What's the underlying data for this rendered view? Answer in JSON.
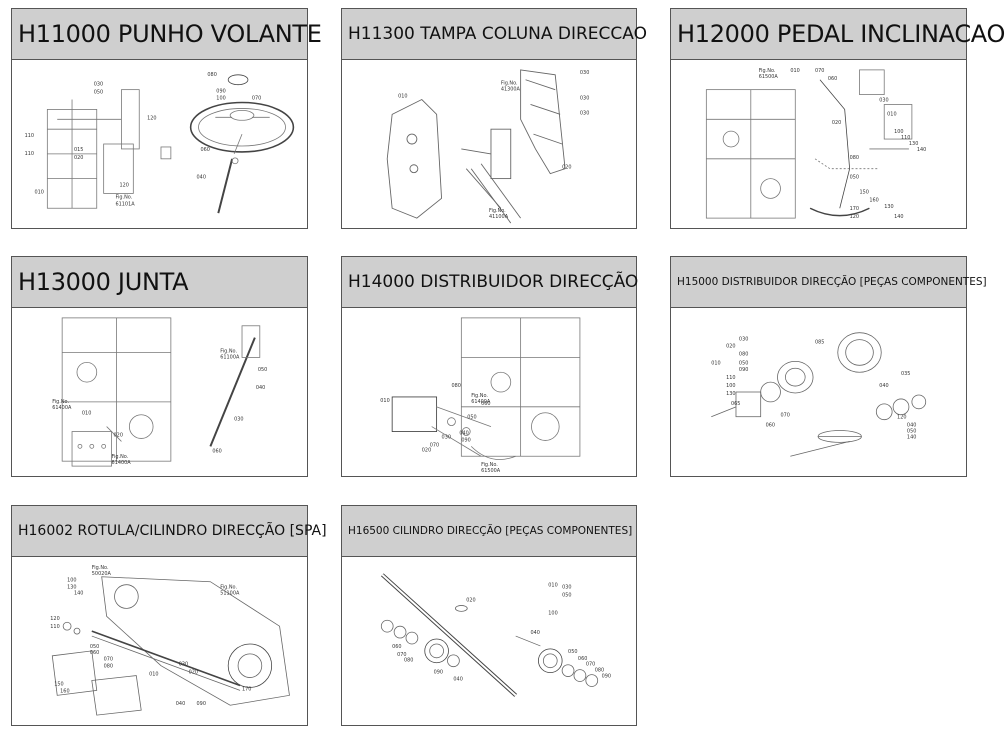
{
  "cards": [
    {
      "title": "H11000 PUNHO VOLANTE",
      "labels": [
        "080",
        "030",
        "070",
        "050",
        "120",
        "110",
        "015",
        "020",
        "040",
        "060",
        "110",
        "120",
        "100",
        "090",
        "010",
        "Fig.No.",
        "61101A"
      ]
    },
    {
      "title": "H11300 TAMPA COLUNA DIRECCAO",
      "labels": [
        "010",
        "030",
        "030",
        "030",
        "020",
        "Fig.No.",
        "41300A",
        "Fig.No.",
        "41100A"
      ]
    },
    {
      "title": "H12000 PEDAL INCLINACAO",
      "labels": [
        "010",
        "070",
        "060",
        "020",
        "030",
        "010",
        "080",
        "100",
        "110",
        "130",
        "140",
        "050",
        "150",
        "160",
        "170",
        "130",
        "120",
        "140",
        "Fig.No.",
        "61500A"
      ]
    },
    {
      "title": "H13000 JUNTA",
      "labels": [
        "010",
        "020",
        "030",
        "040",
        "050",
        "060",
        "Fig.No.",
        "61100A",
        "Fig.No.",
        "61400A",
        "Fig.No.",
        "61400A"
      ]
    },
    {
      "title": "H14000 DISTRIBUIDOR DIRECÇÃO",
      "labels": [
        "010",
        "020",
        "030",
        "040",
        "050",
        "060",
        "070",
        "080",
        "090",
        "Fig.No.",
        "61400A",
        "Fig.No.",
        "61500A"
      ]
    },
    {
      "title": "H15000 DISTRIBUIDOR DIRECÇÃO [PEÇAS COMPONENTES]",
      "labels": [
        "020",
        "030",
        "080",
        "010",
        "050",
        "090",
        "110",
        "100",
        "130",
        "040",
        "035",
        "085",
        "060",
        "120",
        "070",
        "140",
        "065",
        "050",
        "040"
      ]
    },
    {
      "title": "H16002 ROTULA/CILINDRO DIRECÇÃO [SPA]",
      "labels": [
        "100",
        "130",
        "120",
        "110",
        "140",
        "050",
        "060",
        "070",
        "080",
        "010",
        "150",
        "160",
        "030",
        "020",
        "040",
        "090",
        "170",
        "Fig.No.",
        "50020A",
        "Fig.No.",
        "51100A"
      ]
    },
    {
      "title": "H16500 CILINDRO DIRECÇÃO [PEÇAS COMPONENTES]",
      "labels": [
        "020",
        "010",
        "030",
        "050",
        "100",
        "040",
        "060",
        "070",
        "080",
        "090",
        "050",
        "060",
        "070",
        "080",
        "090",
        "040"
      ]
    }
  ]
}
